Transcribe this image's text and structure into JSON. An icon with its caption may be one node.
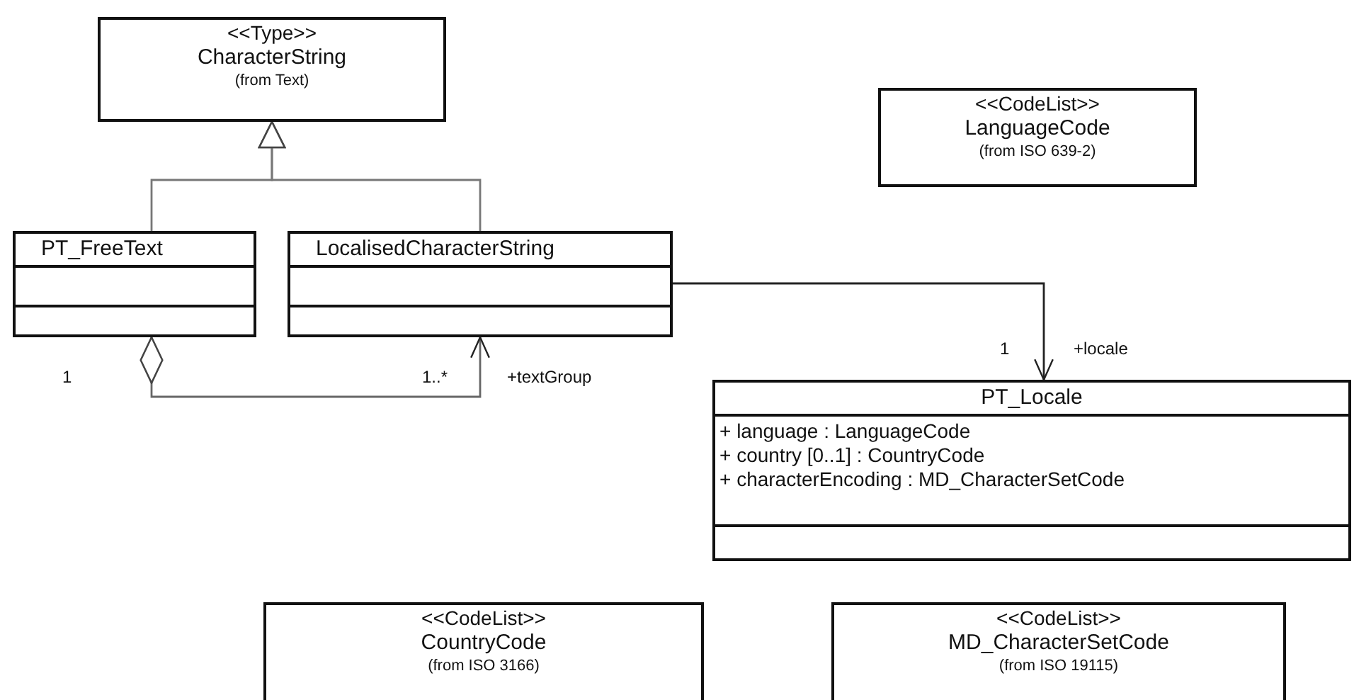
{
  "diagram": {
    "nodes": [
      {
        "text": [
          "<<Type>>",
          "CharacterString",
          "(from Text)"
        ]
      },
      {
        "text": [
          "PT_FreeText"
        ]
      },
      {
        "text": [
          "LocalisedCharacterString"
        ]
      },
      {
        "text": [
          "<<CodeList>>",
          "LanguageCode",
          "(from ISO 639-2)"
        ]
      },
      {
        "text": [
          "PT_Locale",
          "+ language : LanguageCode",
          "+ country [0..1] : CountryCode",
          "+ characterEncoding : MD_CharacterSetCode"
        ]
      },
      {
        "text": [
          "<<CodeList>>",
          "CountryCode",
          "(from ISO 3166)"
        ]
      },
      {
        "text": [
          "<<CodeList>>",
          "MD_CharacterSetCode",
          "(from ISO 19115)"
        ]
      }
    ],
    "edges": [
      {
        "from": 1,
        "to": 0,
        "arrow": "to"
      },
      {
        "from": 2,
        "to": 0,
        "arrow": "to"
      },
      {
        "from": 1,
        "to": 2,
        "arrow": "to"
      },
      {
        "from": 2,
        "to": 4,
        "arrow": "to"
      }
    ],
    "labels": [
      "1",
      "1..*",
      "+textGroup",
      "1",
      "+locale"
    ]
  }
}
